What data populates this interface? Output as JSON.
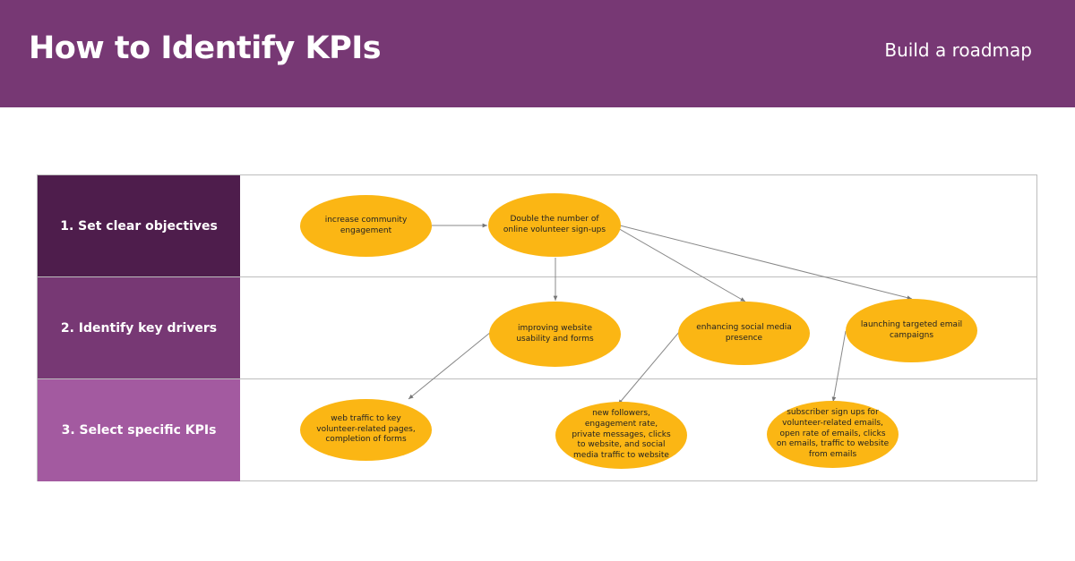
{
  "header": {
    "title": "How to Identify KPIs",
    "subtitle": "Build a roadmap"
  },
  "colors": {
    "header_bg": "#773874",
    "row1_bg": "#4e1d4c",
    "row2_bg": "#773874",
    "row3_bg": "#a35aa0",
    "node_fill": "#fbb614"
  },
  "rows": [
    {
      "label": "1. Set clear objectives"
    },
    {
      "label": "2. Identify key drivers"
    },
    {
      "label": "3. Select specific KPIs"
    }
  ],
  "nodes": {
    "community": "increase community engagement",
    "double": "Double the number of online volunteer sign-ups",
    "website": "improving website usability and forms",
    "social": "enhancing social media presence",
    "email": "launching targeted email campaigns",
    "web_kpi": "web traffic to key volunteer-related pages, completion of forms",
    "social_kpi": "new followers, engagement rate, private messages, clicks to website, and social media traffic to website",
    "email_kpi": "subscriber sign ups for volunteer-related emails, open rate of emails, clicks on emails, traffic to website from emails"
  },
  "edges": [
    {
      "from": "community",
      "to": "double"
    },
    {
      "from": "double",
      "to": "website"
    },
    {
      "from": "double",
      "to": "social"
    },
    {
      "from": "double",
      "to": "email"
    },
    {
      "from": "website",
      "to": "web_kpi"
    },
    {
      "from": "social",
      "to": "social_kpi"
    },
    {
      "from": "email",
      "to": "email_kpi"
    }
  ]
}
